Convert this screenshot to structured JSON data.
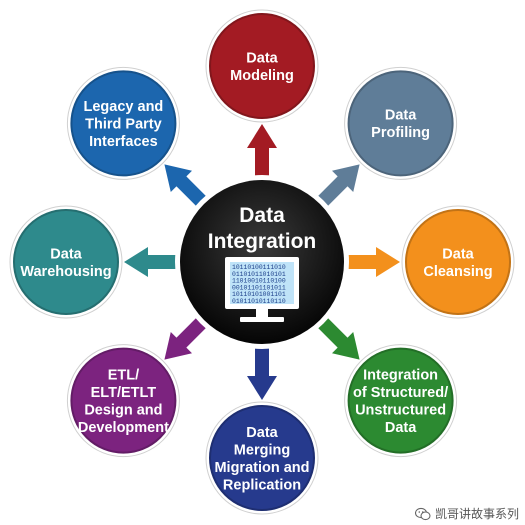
{
  "hub": {
    "title_lines": [
      "Data",
      "Integration"
    ],
    "color": "#0b0b0b",
    "icon": "computer-monitor-binary-icon",
    "binary_lines": [
      "10110100111010",
      "01101011010101",
      "11010010110100",
      "00101101101011",
      "10110101001101",
      "01011010110110"
    ]
  },
  "satellites": [
    {
      "id": "data-modeling",
      "lines": [
        "Data",
        "Modeling"
      ],
      "color": "#a31b23"
    },
    {
      "id": "data-profiling",
      "lines": [
        "Data",
        "Profiling"
      ],
      "color": "#5f7d98"
    },
    {
      "id": "data-cleansing",
      "lines": [
        "Data",
        "Cleansing"
      ],
      "color": "#f3901c"
    },
    {
      "id": "integration-structured",
      "lines": [
        "Integration",
        "of Structured/",
        "Unstructured",
        "Data"
      ],
      "color": "#2c8a31"
    },
    {
      "id": "data-merging",
      "lines": [
        "Data",
        "Merging",
        "Migration and",
        "Replication"
      ],
      "color": "#263a8d"
    },
    {
      "id": "etl-design",
      "lines": [
        "ETL/",
        "ELT/ETLT",
        "Design and",
        "Development"
      ],
      "color": "#7c237f"
    },
    {
      "id": "data-warehousing",
      "lines": [
        "Data",
        "Warehousing"
      ],
      "color": "#2e8a8c"
    },
    {
      "id": "legacy-interfaces",
      "lines": [
        "Legacy and",
        "Third Party",
        "Interfaces"
      ],
      "color": "#1c66ae"
    }
  ],
  "watermark": {
    "text": "凯哥讲故事系列",
    "icon": "wechat-icon"
  }
}
